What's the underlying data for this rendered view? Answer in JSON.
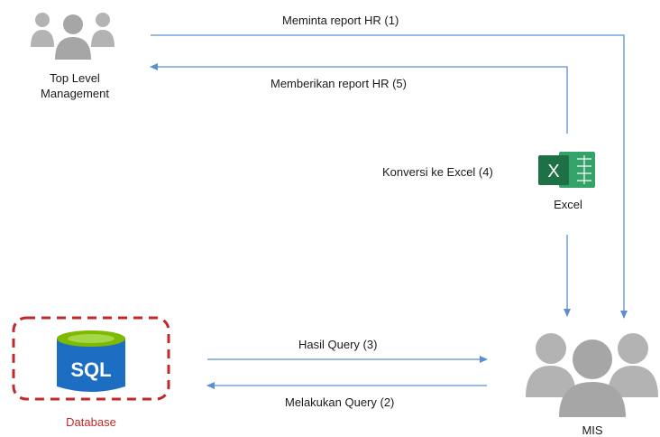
{
  "nodes": {
    "top_level": {
      "label_line1": "Top Level",
      "label_line2": "Management"
    },
    "excel": {
      "label": "Excel",
      "icon_letter": "X"
    },
    "database": {
      "label": "Database",
      "icon_text": "SQL"
    },
    "mis": {
      "label": "MIS"
    }
  },
  "edges": {
    "request_report": "Meminta report HR (1)",
    "give_report": "Memberikan report HR (5)",
    "convert_excel": "Konversi ke Excel (4)",
    "query_result": "Hasil Query (3)",
    "do_query": "Melakukan Query (2)"
  },
  "colors": {
    "arrow": "#5b8fcf",
    "people": "#b3b3b3",
    "people_dark": "#9a9a9a",
    "excel_green": "#1e7145",
    "excel_light": "#33a36a",
    "sql_blue": "#1b6ec2",
    "sql_top": "#7fba00",
    "database_border": "#c0292a",
    "database_label": "#c0292a"
  }
}
